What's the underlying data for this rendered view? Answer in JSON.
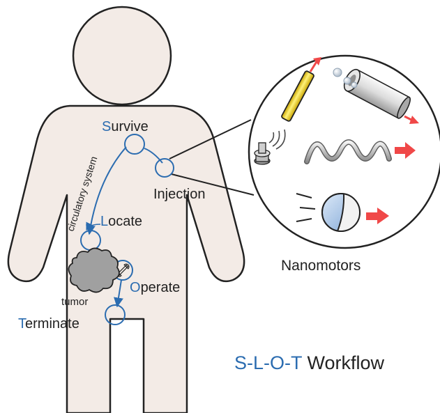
{
  "colors": {
    "body_fill": "#f3ebe6",
    "outline": "#222222",
    "accent": "#2b6cb0",
    "arrow": "#f04848",
    "rod": "#f0d010",
    "tumor": "#a0a0a0"
  },
  "steps": {
    "survive": {
      "initial": "S",
      "rest": "urvive"
    },
    "locate": {
      "initial": "L",
      "rest": "ocate"
    },
    "operate": {
      "initial": "O",
      "rest": "perate"
    },
    "terminate": {
      "initial": "T",
      "rest": "erminate"
    }
  },
  "labels": {
    "injection": "Injection",
    "circulatory": "circulatory system",
    "tumor": "tumor",
    "nanomotors": "Nanomotors"
  },
  "workflow": {
    "prefix": "S-L-O-T",
    "suffix": " Workflow"
  },
  "icons": [
    "rod-motor-icon",
    "tube-motor-icon",
    "ultrasound-device-icon",
    "helix-motor-icon",
    "janus-sphere-icon",
    "wrench-icon"
  ]
}
